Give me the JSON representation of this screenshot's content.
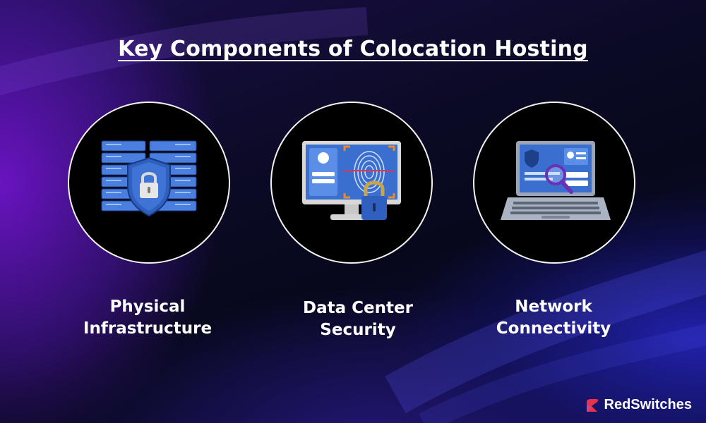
{
  "title": "Key Components of Colocation Hosting",
  "cards": [
    {
      "label_line1": "Physical",
      "label_line2": "Infrastructure",
      "icon": "server-rack-lock-icon"
    },
    {
      "label_line1": "Data Center",
      "label_line2": "Security",
      "icon": "monitor-fingerprint-lock-icon"
    },
    {
      "label_line1": "Network",
      "label_line2": "Connectivity",
      "icon": "laptop-shield-magnifier-icon"
    }
  ],
  "brand": {
    "name": "RedSwitches",
    "icon": "redswitches-logo-icon"
  },
  "colors": {
    "background": "#07081c",
    "accent_purple": "#6e14c8",
    "accent_blue": "#2828d2",
    "icon_blue": "#3e6fd1",
    "logo_red": "#e8344a",
    "logo_pink": "#c04a9a"
  }
}
